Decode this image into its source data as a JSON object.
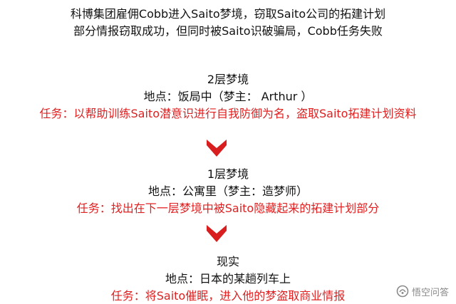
{
  "intro": {
    "line1": "科博集团雇佣Cobb进入Saito梦境，窃取Saito公司的拓建计划",
    "line2": "部分情报窃取成功，但同时被Saito识破骗局，Cobb任务失败"
  },
  "levels": [
    {
      "title": "2层梦境",
      "location": "地点：饭局中（梦主： Arthur ）",
      "mission": "任务：以帮助训练Saito潜意识进行自我防御为名，盗取Saito拓建计划资料"
    },
    {
      "title": "1层梦境",
      "location": "地点：公寓里（梦主：造梦师）",
      "mission": "任务：找出在下一层梦境中被Saito隐藏起来的拓建计划部分"
    },
    {
      "title": "现实",
      "location": "地点：日本的某趟列车上",
      "mission": "任务：将Saito催眠，进入他的梦盗取商业情报"
    }
  ],
  "watermark": {
    "text": "悟空问答",
    "icon": "wukong-logo-icon"
  },
  "colors": {
    "text": "#111111",
    "mission": "#e02020",
    "arrow": "#d81e1e",
    "watermark": "#8a8a8a"
  }
}
